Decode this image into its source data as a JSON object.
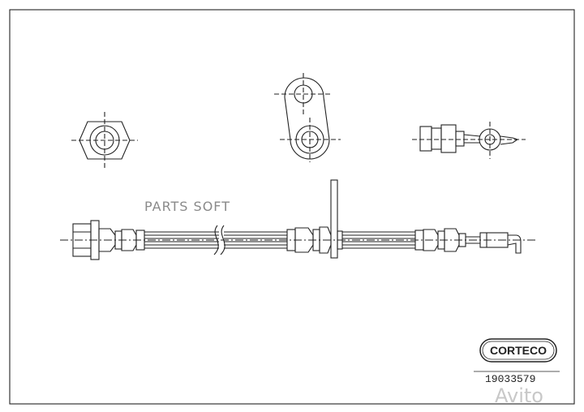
{
  "watermark": {
    "text": "PARTS SOFT"
  },
  "brand": {
    "name": "CORTECO"
  },
  "part": {
    "number": "19033579"
  },
  "site_watermark": {
    "text": "Avito"
  },
  "colors": {
    "line": "#222222",
    "paper": "#ffffff",
    "watermark": "#8a8a8a"
  }
}
